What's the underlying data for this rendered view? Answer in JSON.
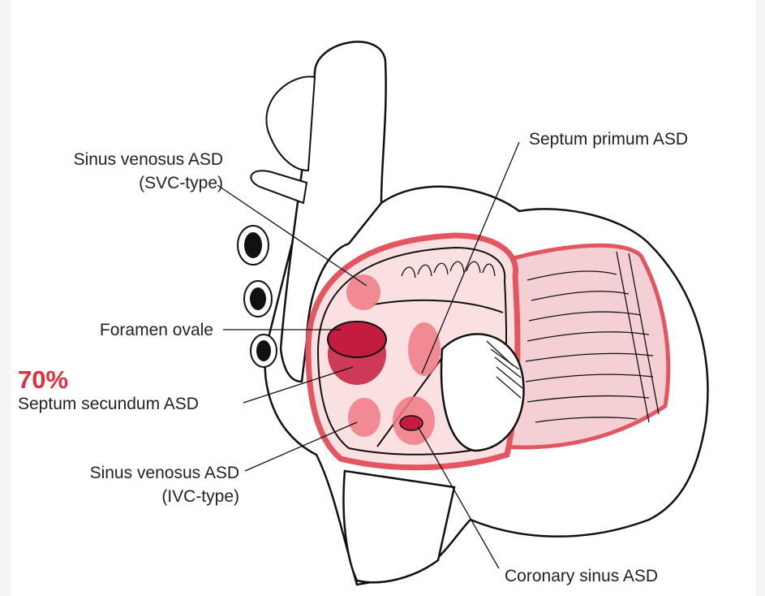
{
  "labels": {
    "sinus_venosus_svc_line1": "Sinus venosus ASD",
    "sinus_venosus_svc_line2": "(SVC-type)",
    "septum_primum": "Septum primum ASD",
    "foramen_ovale": "Foramen ovale",
    "septum_secundum": "Septum secundum ASD",
    "sinus_venosus_ivc_line1": "Sinus venosus ASD",
    "sinus_venosus_ivc_line2": "(IVC-type)",
    "coronary_sinus": "Coronary sinus ASD"
  },
  "annotation": {
    "percentage": "70%"
  },
  "colors": {
    "outline": "#111111",
    "septum_fill": "#fbe0e2",
    "rim": "#e25561",
    "defect_light": "#f07a86",
    "defect_dark": "#c41c3f",
    "annotation": "#e0303f"
  }
}
